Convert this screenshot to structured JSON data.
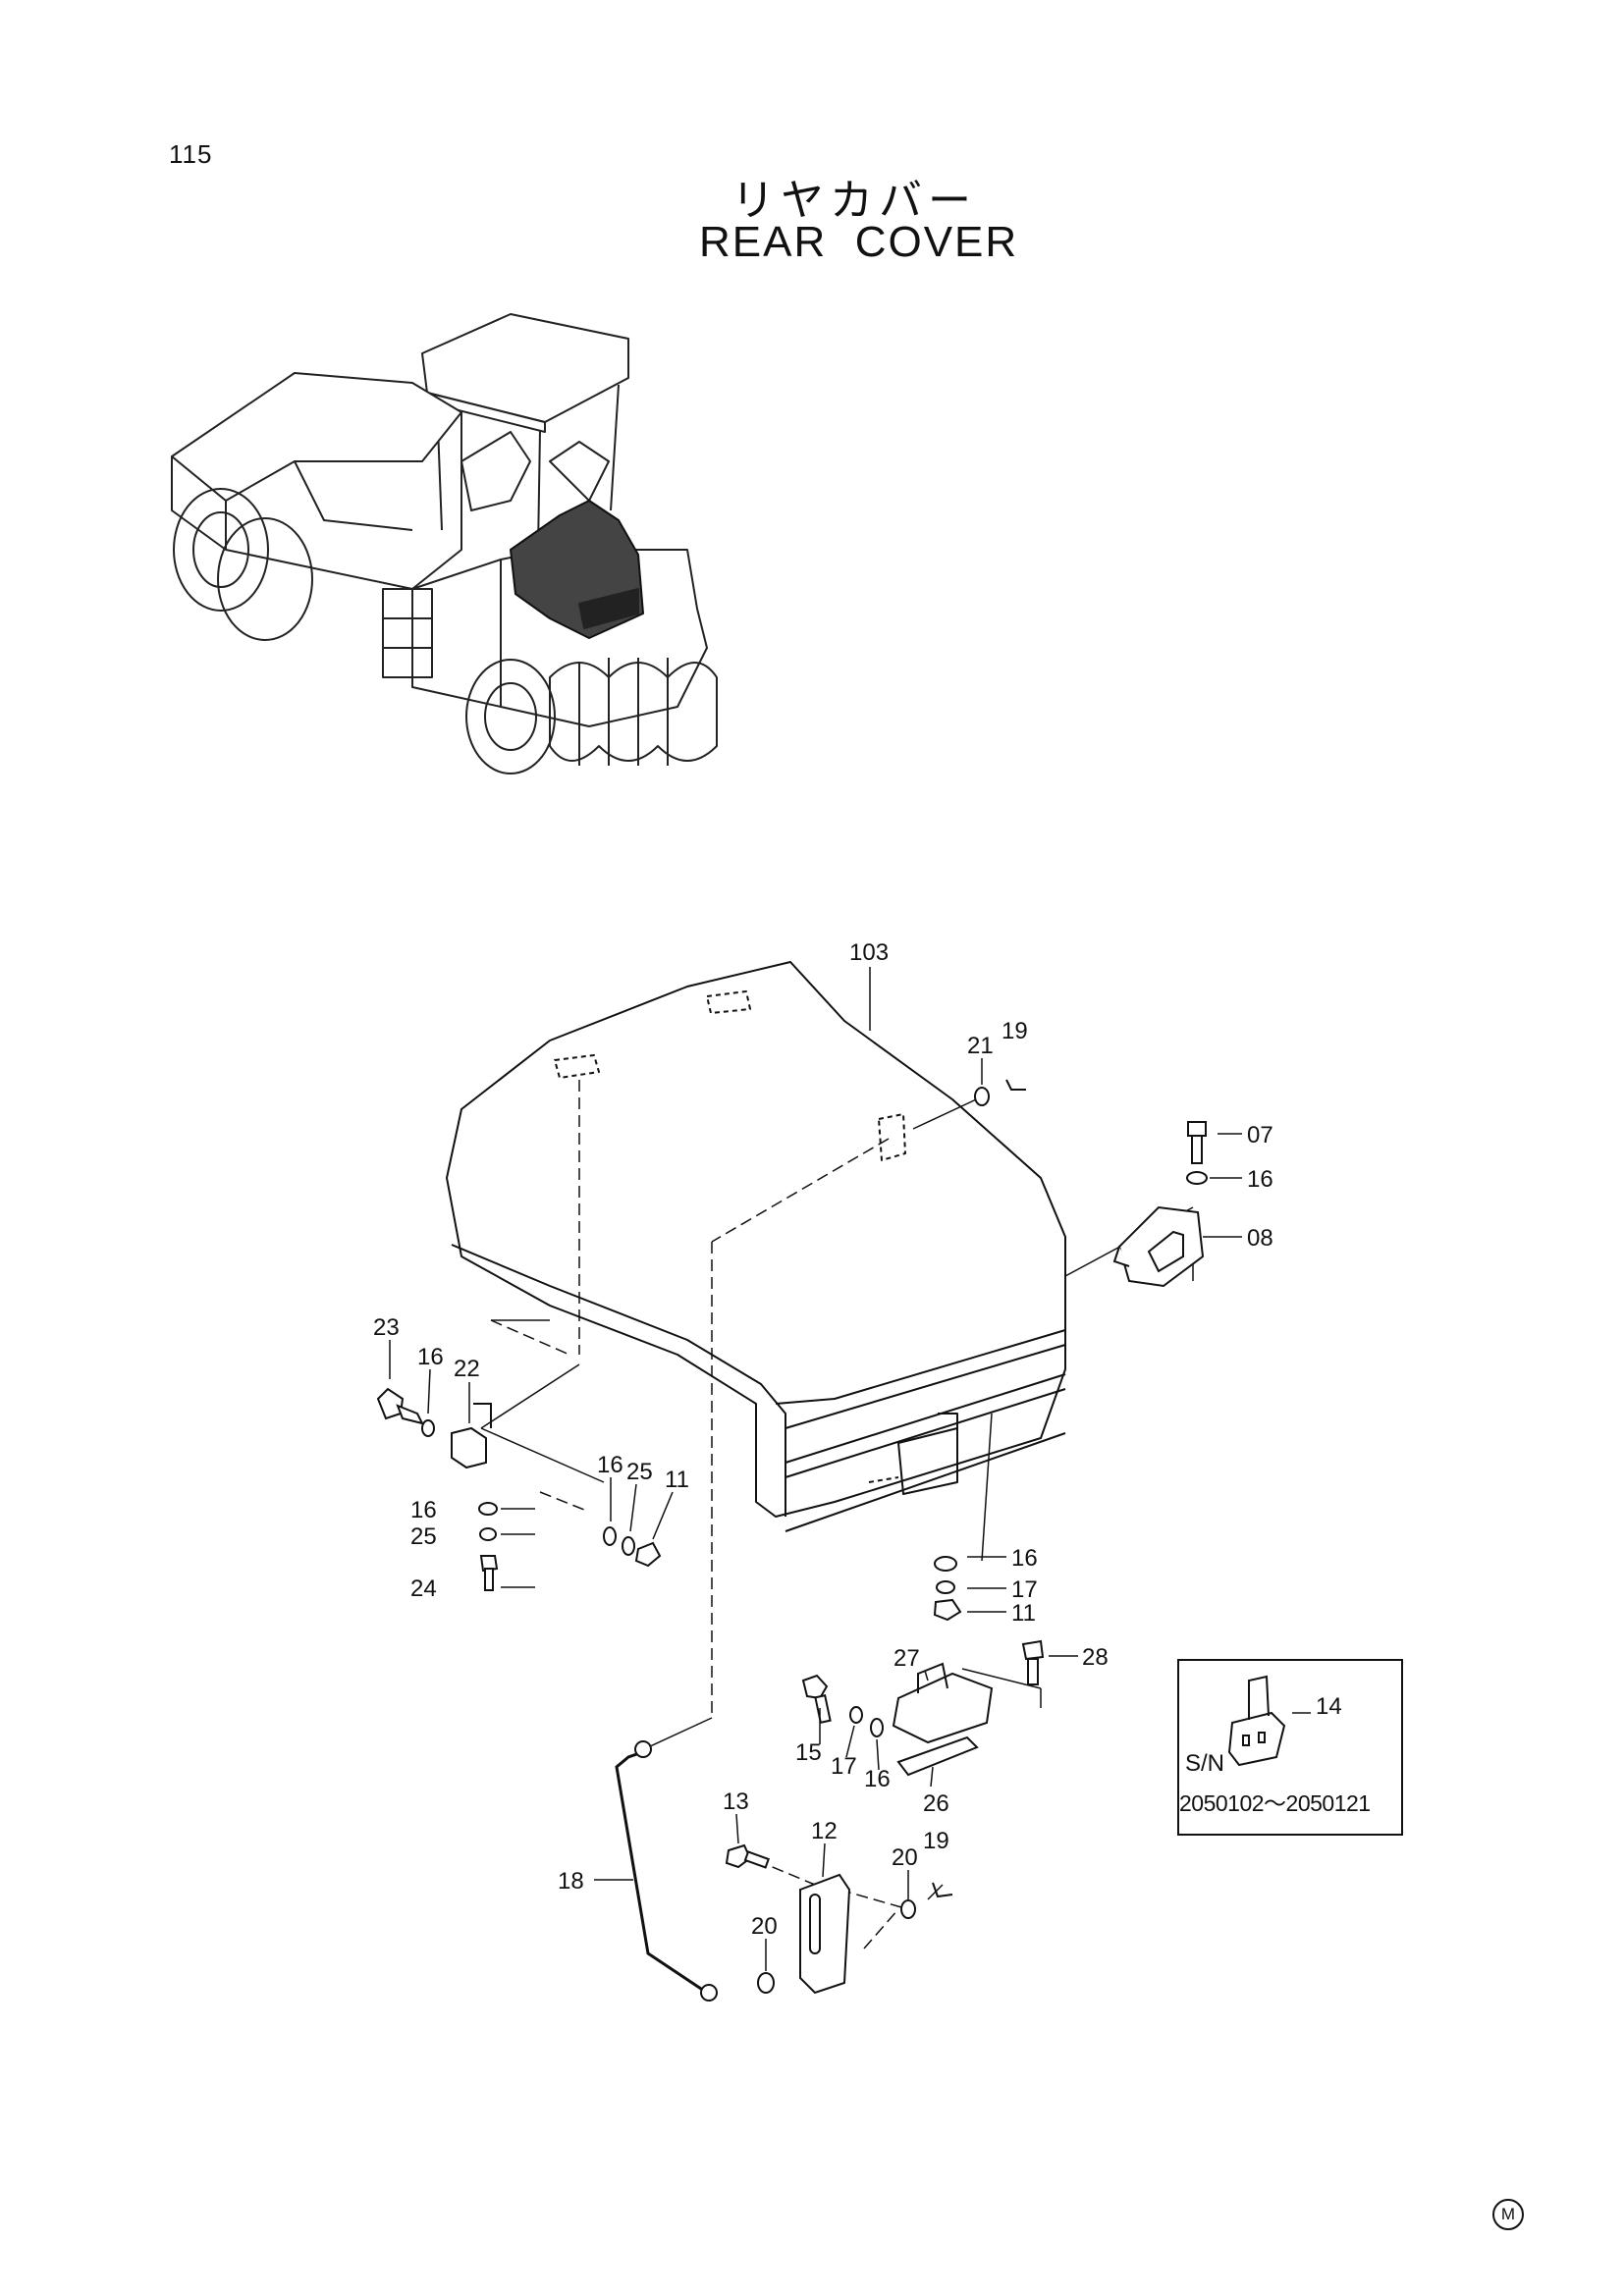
{
  "page": {
    "number": "115"
  },
  "title": {
    "japanese": "リヤカバー",
    "english": "REAR  COVER"
  },
  "callouts": [
    "103",
    "21",
    "19",
    "07",
    "16",
    "08",
    "23",
    "16",
    "22",
    "16",
    "25",
    "11",
    "16",
    "25",
    "24",
    "16",
    "17",
    "11",
    "27",
    "28",
    "15",
    "17",
    "16",
    "26",
    "13",
    "12",
    "20",
    "19",
    "18",
    "20"
  ],
  "inset": {
    "part": "14",
    "sn_label": "S/N",
    "sn_range": "2050102～2050121"
  },
  "mark": "M"
}
